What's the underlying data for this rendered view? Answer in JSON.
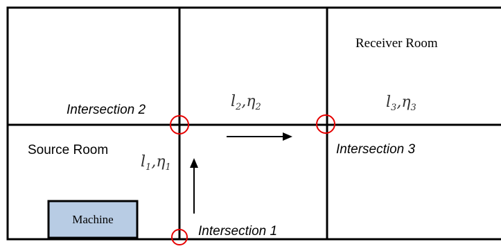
{
  "rooms": {
    "source_label": "Source Room",
    "receiver_label": "Receiver Room"
  },
  "machine": {
    "label": "Machine",
    "fill_color": "#b8cce4"
  },
  "intersections": [
    {
      "label": "Intersection 1"
    },
    {
      "label": "Intersection 2"
    },
    {
      "label": "Intersection 3"
    }
  ],
  "parameters": [
    {
      "l_sub": "1",
      "eta_sub": "1"
    },
    {
      "l_sub": "2",
      "eta_sub": "2"
    },
    {
      "l_sub": "3",
      "eta_sub": "3"
    }
  ],
  "colors": {
    "walls": "#000000",
    "intersection_marker": "#e60000",
    "arrows": "#000000"
  }
}
